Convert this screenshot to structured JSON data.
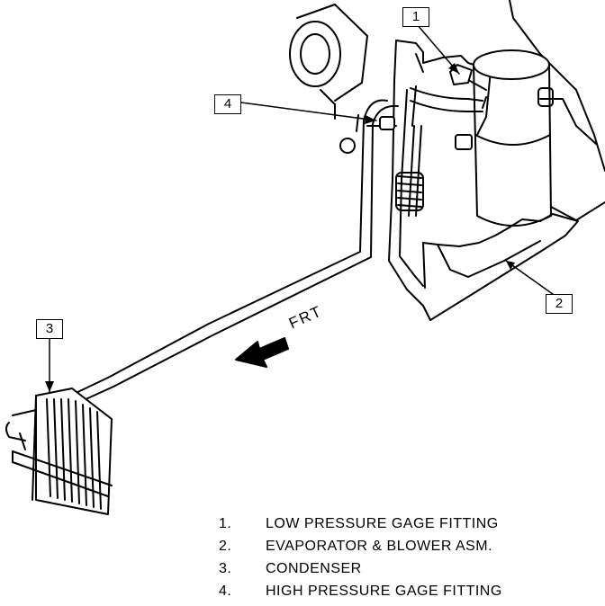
{
  "callouts": [
    {
      "id": "1",
      "label": "1"
    },
    {
      "id": "2",
      "label": "2"
    },
    {
      "id": "3",
      "label": "3"
    },
    {
      "id": "4",
      "label": "4"
    }
  ],
  "direction_label": "FRT",
  "legend": [
    {
      "num": "1.",
      "text": "LOW PRESSURE GAGE FITTING"
    },
    {
      "num": "2.",
      "text": "EVAPORATOR & BLOWER ASM."
    },
    {
      "num": "3.",
      "text": "CONDENSER"
    },
    {
      "num": "4.",
      "text": "HIGH PRESSURE GAGE FITTING"
    }
  ]
}
